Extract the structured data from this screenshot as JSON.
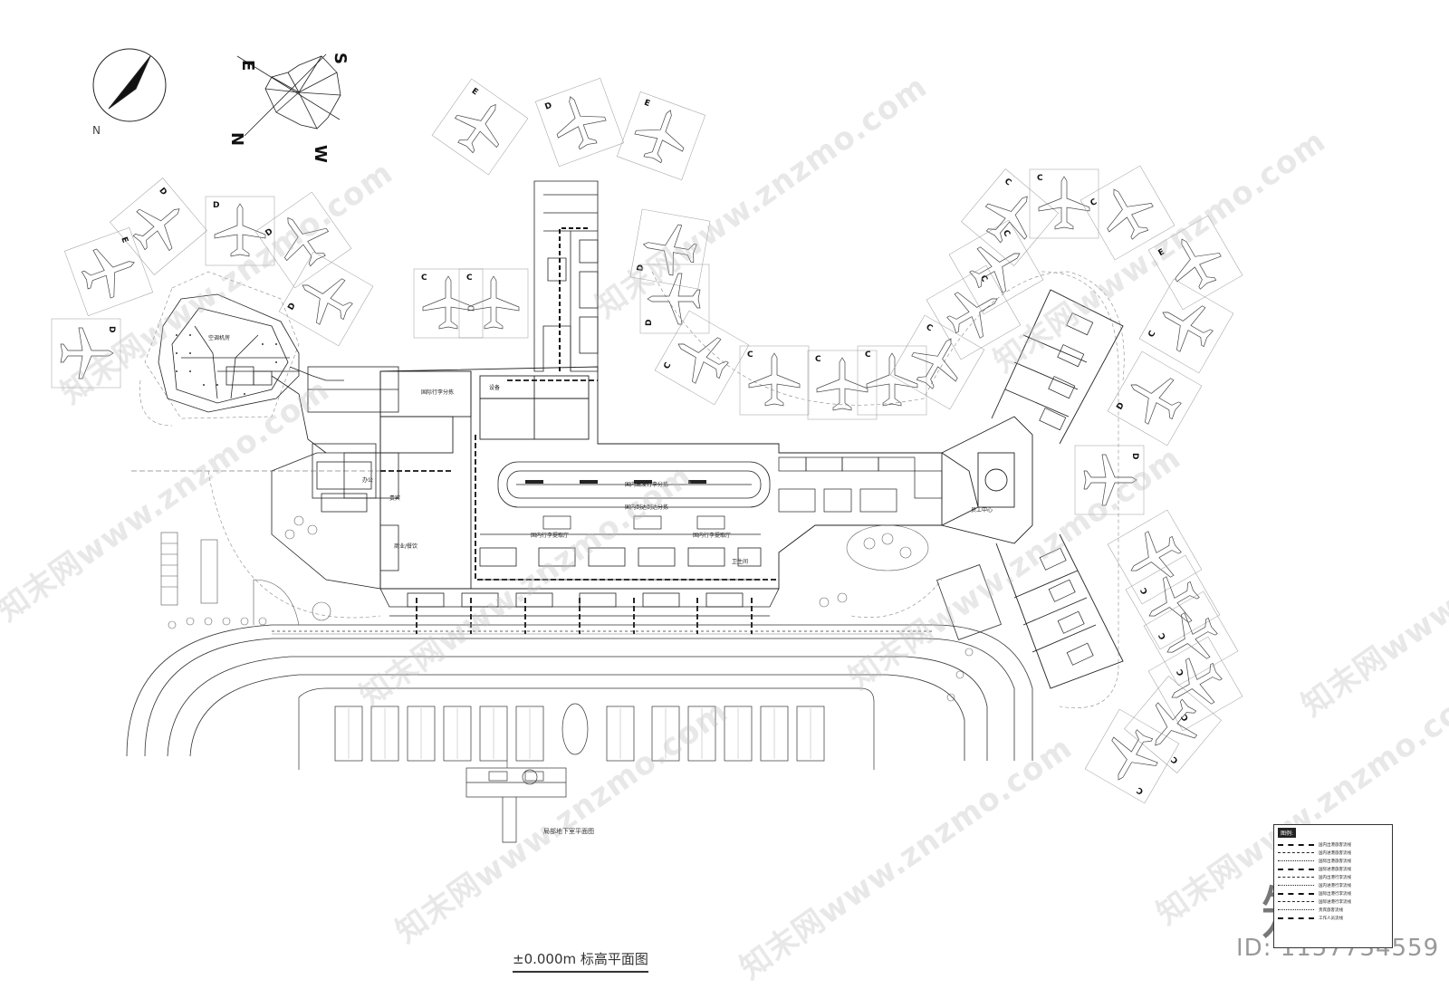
{
  "title": "±0.000m 标高平面图",
  "basement_label": "局部地下室平面图",
  "legend": {
    "heading": "图例:",
    "items": [
      "国内出港旅客流线",
      "国内进港旅客流线",
      "国际出港旅客流线",
      "国际进港旅客流线",
      "国内出港行李流线",
      "国内进港行李流线",
      "国际出港行李流线",
      "国际进港行李流线",
      "贵宾旅客流线",
      "工作人员流线"
    ]
  },
  "compass": {
    "north": "N",
    "rose": [
      "S",
      "E",
      "N",
      "W"
    ]
  },
  "gates": [
    "E",
    "D",
    "E",
    "D",
    "D",
    "D",
    "E",
    "D",
    "D",
    "C",
    "C",
    "D",
    "D",
    "C",
    "C",
    "C",
    "C",
    "C",
    "C",
    "C",
    "C",
    "C",
    "C",
    "E",
    "C",
    "D",
    "D",
    "C",
    "C",
    "C",
    "C",
    "C",
    "C"
  ],
  "rooms": {
    "baggage_dep": "国内出发行李分拣",
    "baggage_arr": "国内到达到达分拣",
    "hall_left": "国内行李提取厅",
    "hall_right": "国内行李提取厅",
    "intl_baggage": "国际行李分拣",
    "office": "办公",
    "vip": "贵宾",
    "restroom": "卫生间",
    "equipment": "设备",
    "ac_room": "空调机房",
    "shop": "商业/餐饮",
    "staff": "员工中心"
  },
  "watermarks": {
    "text": "知末网www.znzmo.com",
    "logo": "知末",
    "id": "ID: 1157734559"
  }
}
